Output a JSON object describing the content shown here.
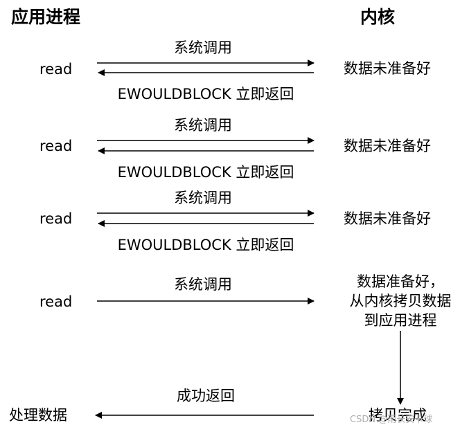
{
  "headers": {
    "app_process": "应用进程",
    "kernel": "内核"
  },
  "rounds": [
    {
      "app": "read",
      "call": "系统调用",
      "reply": "EWOULDBLOCK 立即返回",
      "kernel": "数据未准备好"
    },
    {
      "app": "read",
      "call": "系统调用",
      "reply": "EWOULDBLOCK 立即返回",
      "kernel": "数据未准备好"
    },
    {
      "app": "read",
      "call": "系统调用",
      "reply": "EWOULDBLOCK 立即返回",
      "kernel": "数据未准备好"
    }
  ],
  "final_round": {
    "app": "read",
    "call": "系统调用",
    "kernel_lines": [
      "数据准备好，",
      "从内核拷贝数据",
      "到应用进程"
    ]
  },
  "completion": {
    "kernel": "拷贝完成",
    "reply": "成功返回",
    "app": "处理数据"
  },
  "watermark": "CSDN @雨长安卡球"
}
